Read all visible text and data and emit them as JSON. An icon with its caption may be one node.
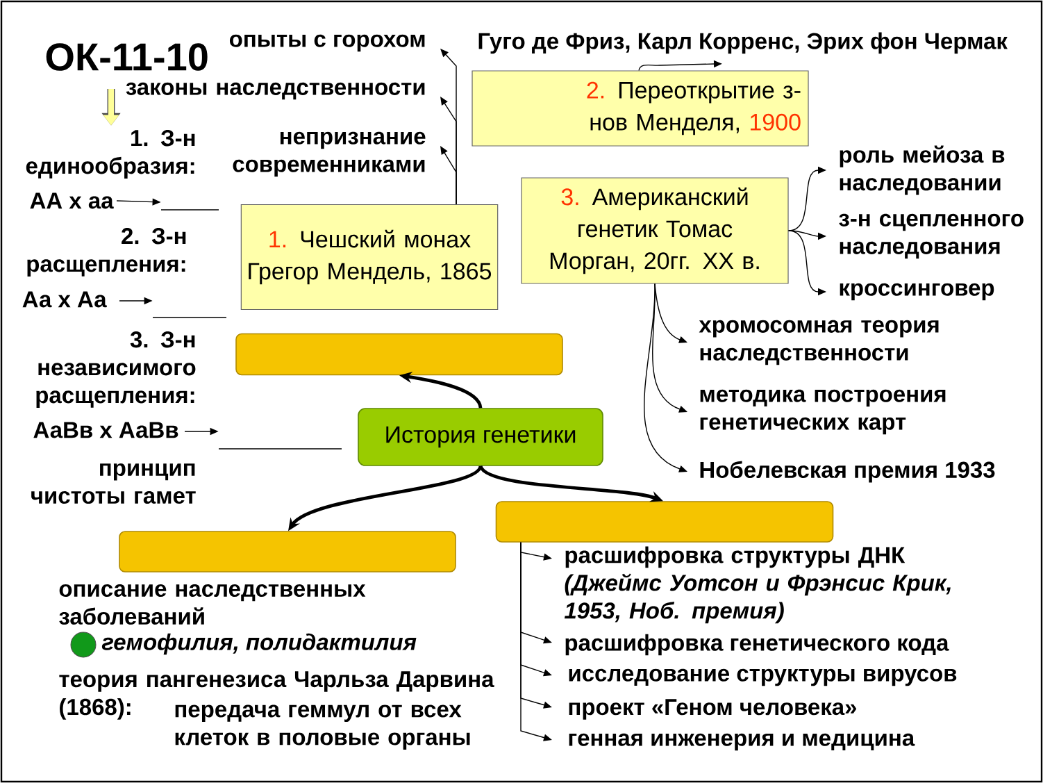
{
  "diagram": {
    "nodes": [
      {
        "text": [
          "История генетики"
        ]
      },
      {
        "text": [],
        "shape": "box"
      },
      {
        "text": [],
        "shape": "box"
      },
      {
        "text": [],
        "shape": "box"
      },
      {
        "text": [
          "1.",
          "Чешский монах Грегор Мендель, 1865"
        ]
      },
      {
        "text": [
          "2.",
          "Переоткрытие з-нов Менделя,",
          "1900"
        ]
      },
      {
        "text": [
          "3.",
          "Американский генетик Томас Морган, 20гг. XX в."
        ]
      },
      {
        "text": [
          "опыты с горохом"
        ]
      },
      {
        "text": [
          "законы наследственности"
        ]
      },
      {
        "text": [
          "непризнание современниками"
        ]
      },
      {
        "text": [
          "Гуго де Фриз, Карл Корренс, Эрих фон Чермак"
        ]
      },
      {
        "text": [
          "роль мейоза в наследовании"
        ]
      },
      {
        "text": [
          "з-н сцепленного наследования"
        ]
      },
      {
        "text": [
          "кроссинговер"
        ]
      },
      {
        "text": [
          "хромосомная теория наследственности"
        ]
      },
      {
        "text": [
          "методика построения генетических карт"
        ]
      },
      {
        "text": [
          "Нобелевская премия 1933"
        ]
      },
      {
        "text": [
          "расшифровка структуры ДНК",
          "(Джеймс Уотсон и Фрэнсис Крик, 1953, Ноб. премия)"
        ]
      },
      {
        "text": [
          "расшифровка генетического кода"
        ]
      },
      {
        "text": [
          "исследование структуры вирусов"
        ]
      },
      {
        "text": [
          "проект «Геном человека»"
        ]
      },
      {
        "text": [
          "генная инженерия и медицина"
        ]
      },
      {
        "text": [
          "1. З-н единообразия:"
        ]
      },
      {
        "text": [
          "АА х аа"
        ]
      },
      {
        "text": [],
        "shape": "line"
      },
      {
        "text": [
          "Аа х Аа"
        ]
      },
      {
        "text": [],
        "shape": "line"
      },
      {
        "text": [
          "АаВв х АаВв"
        ]
      },
      {
        "text": [],
        "shape": "line"
      }
    ],
    "edges": [
      {
        "from": 0,
        "to": 1,
        "arrow": "to",
        "style": "thick"
      },
      {
        "from": 0,
        "to": 2,
        "arrow": "to",
        "style": "thick"
      },
      {
        "from": 0,
        "to": 3,
        "arrow": "to",
        "style": "thick"
      },
      {
        "from": 4,
        "to": 7,
        "arrow": "to"
      },
      {
        "from": 4,
        "to": 8,
        "arrow": "to"
      },
      {
        "from": 4,
        "to": 9,
        "arrow": "to"
      },
      {
        "from": 5,
        "to": 10,
        "arrow": "to"
      },
      {
        "from": 6,
        "to": 11,
        "arrow": "to"
      },
      {
        "from": 6,
        "to": 12,
        "arrow": "to"
      },
      {
        "from": 6,
        "to": 13,
        "arrow": "to"
      },
      {
        "from": 6,
        "to": 14,
        "arrow": "to"
      },
      {
        "from": 6,
        "to": 15,
        "arrow": "to"
      },
      {
        "from": 6,
        "to": 16,
        "arrow": "to"
      },
      {
        "from": 3,
        "to": 17,
        "arrow": "to"
      },
      {
        "from": 3,
        "to": 18,
        "arrow": "to"
      },
      {
        "from": 3,
        "to": 19,
        "arrow": "to"
      },
      {
        "from": 3,
        "to": 20,
        "arrow": "to"
      },
      {
        "from": 3,
        "to": 21,
        "arrow": "to"
      },
      {
        "from": 8,
        "to": 22,
        "arrow": "to",
        "style": "thick",
        "color": "#ffff99"
      },
      {
        "from": 23,
        "to": 24,
        "arrow": "to"
      },
      {
        "from": 25,
        "to": 26,
        "arrow": "to"
      },
      {
        "from": 27,
        "to": 28,
        "arrow": "to"
      }
    ],
    "labels": [
      "ОК-11-10",
      "2. З-н расщепления:",
      "3. З-н независимого расщепления:",
      "принцип чистоты гамет",
      "описание наследственных заболеваний",
      "гемофилия, полидактилия",
      "теория пангенезиса Чарльза Дарвина (1868):",
      "передача геммул от всех клеток в половые органы"
    ]
  }
}
